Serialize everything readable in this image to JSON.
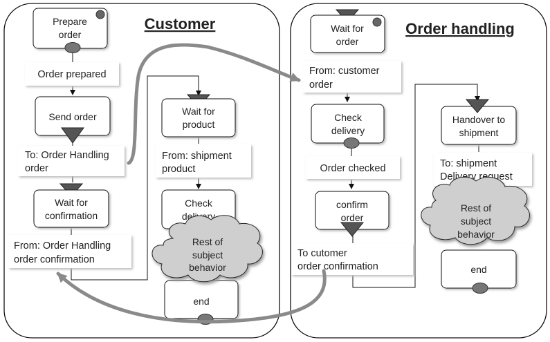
{
  "colors": {
    "box_border": "#111111",
    "arrow_tip": "#555555",
    "cloud_fill": "#cfcfcf",
    "message_arrow": "#8a8a8a",
    "label_shadow": "#dcdcdc"
  },
  "customer": {
    "title": "Customer",
    "prepare_order": [
      "Prepare",
      "order"
    ],
    "order_prepared": "Order prepared",
    "send_order": "Send order",
    "to_order_handling": [
      "To: Order Handling",
      "order"
    ],
    "wait_confirmation": [
      "Wait for",
      "confirmation"
    ],
    "from_order_handling": [
      "From: Order Handling",
      "order confirmation"
    ],
    "wait_product": [
      "Wait for",
      "product"
    ],
    "from_shipment": [
      "From: shipment",
      "product"
    ],
    "check_delivery": [
      "Check",
      "delivery"
    ],
    "rest": [
      "Rest of",
      "subject",
      "behavior"
    ],
    "end": "end"
  },
  "order_handling": {
    "title": "Order handling",
    "wait_order": [
      "Wait for",
      "order"
    ],
    "from_customer": [
      "From: customer",
      "order"
    ],
    "check_delivery": [
      "Check",
      "delivery"
    ],
    "order_checked": "Order  checked",
    "confirm_order": [
      "confirm",
      "order"
    ],
    "to_customer": [
      "To cutomer",
      "order confirmation"
    ],
    "handover": [
      "Handover to",
      "shipment"
    ],
    "to_shipment": [
      "To: shipment",
      "Delivery request"
    ],
    "rest": [
      "Rest of",
      "subject",
      "behavior"
    ],
    "end": "end"
  }
}
